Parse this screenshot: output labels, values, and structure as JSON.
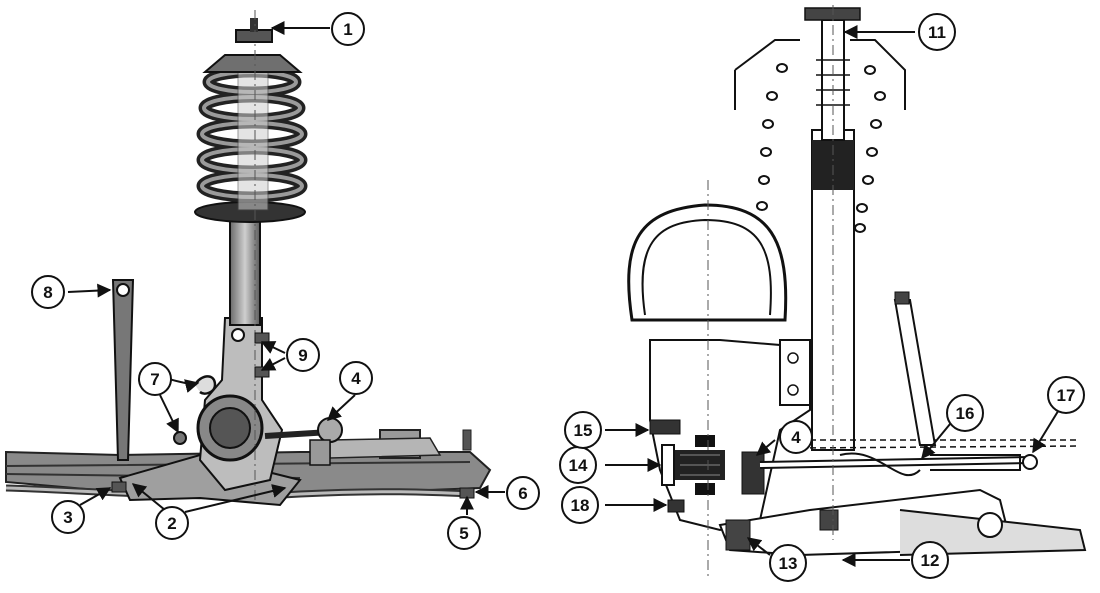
{
  "callouts": [
    "1",
    "2",
    "3",
    "4",
    "5",
    "6",
    "7",
    "8",
    "9",
    "11",
    "12",
    "13",
    "14",
    "15",
    "16",
    "17",
    "18"
  ]
}
